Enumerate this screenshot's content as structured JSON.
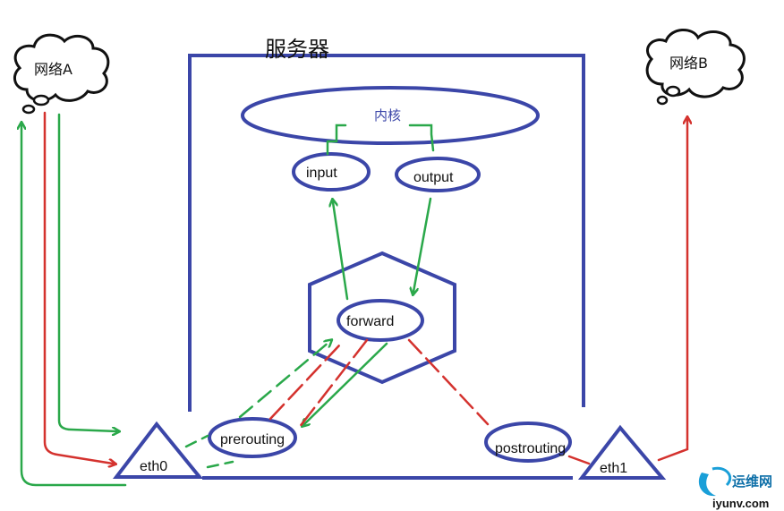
{
  "title": "服务器",
  "network_a": "网络A",
  "network_b": "网络B",
  "kernel": "内核",
  "input": "input",
  "output": "output",
  "forward": "forward",
  "prerouting": "prerouting",
  "postrouting": "postrouting",
  "eth0": "eth0",
  "eth1": "eth1",
  "watermark": {
    "name": "运维网",
    "site": "iyunv.com"
  },
  "colors": {
    "box": "#3b46a8",
    "green": "#2aa84a",
    "red": "#d4322e",
    "text": "#111111",
    "kernel_text": "#3b46a8"
  }
}
